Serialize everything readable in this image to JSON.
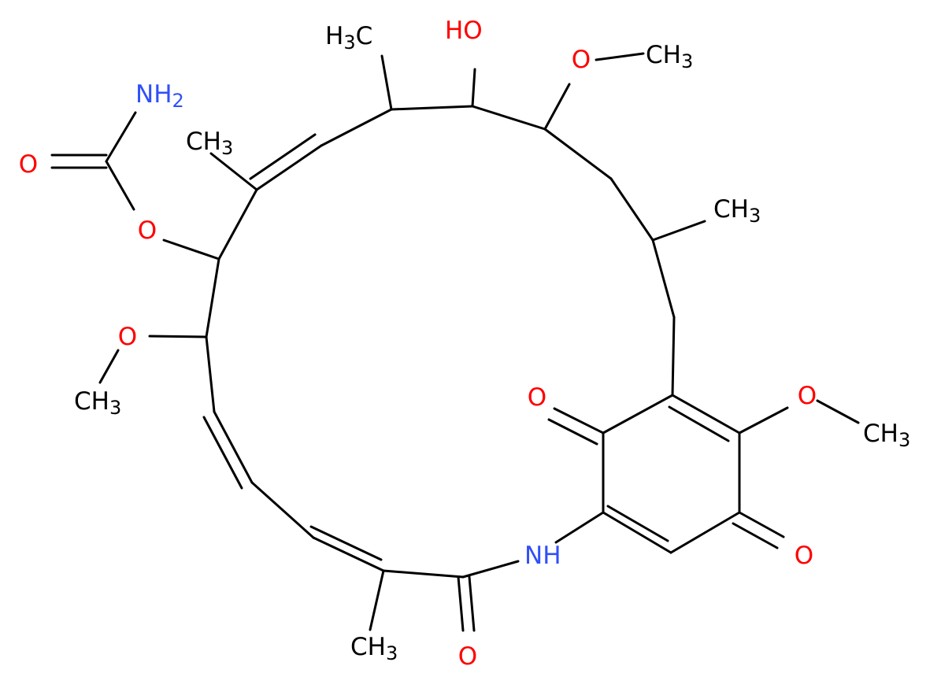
{
  "molecule": {
    "colors": {
      "bond": "#000000",
      "carbon": "#000000",
      "oxygen": "#ff0000",
      "nitrogen": "#3050f8"
    },
    "labels": {
      "nh2_amide_n": "NH2",
      "carbamate_carbonyl_o": "O",
      "carbamate_ester_o": "O",
      "ch3_allylic": "CH3",
      "ch3_top_left": "H3C",
      "hydroxyl": "HO",
      "methoxy_top_o": "O",
      "methoxy_top_ch3": "CH3",
      "ch3_right": "CH3",
      "methoxy_left_o": "O",
      "methoxy_left_ch3": "CH3",
      "quinone_o_upper": "O",
      "methoxy_ring_o": "O",
      "methoxy_ring_ch3": "CH3",
      "quinone_o_lower": "O",
      "amide_nh": "NH",
      "amide_o": "O",
      "ch3_bottom": "CH3"
    }
  }
}
